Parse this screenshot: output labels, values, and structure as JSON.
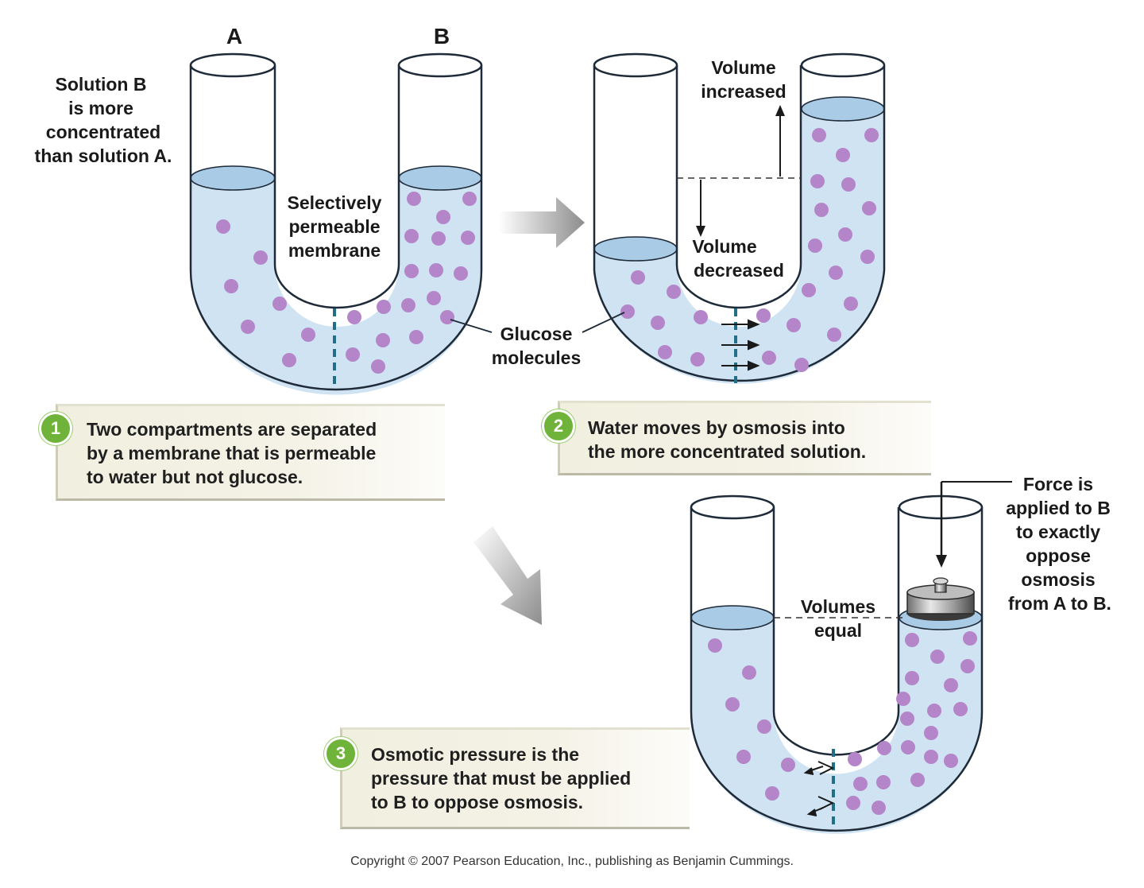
{
  "tube_labels": {
    "a": "A",
    "b": "B"
  },
  "panel1": {
    "note_lines": [
      "Solution B",
      "is more",
      "concentrated",
      "than solution A."
    ],
    "membrane_label_lines": [
      "Selectively",
      "permeable",
      "membrane"
    ],
    "glucose_label_lines": [
      "Glucose",
      "molecules"
    ]
  },
  "panel2": {
    "volume_increased_lines": [
      "Volume",
      "increased"
    ],
    "volume_decreased_lines": [
      "Volume",
      "decreased"
    ]
  },
  "panel3": {
    "volumes_equal_lines": [
      "Volumes",
      "equal"
    ],
    "force_lines": [
      "Force is",
      "applied to B",
      "to exactly",
      "oppose",
      "osmosis",
      "from A to B."
    ]
  },
  "steps": [
    {
      "number": "1",
      "lines": [
        "Two compartments are separated",
        "by a membrane that is permeable",
        "to water but not glucose."
      ]
    },
    {
      "number": "2",
      "lines": [
        "Water moves by osmosis into",
        "the more concentrated solution."
      ]
    },
    {
      "number": "3",
      "term": "Osmotic pressure",
      "first_line_rest": " is the",
      "lines": [
        "pressure that must be applied",
        "to B to oppose osmosis."
      ]
    }
  ],
  "copyright": "Copyright © 2007 Pearson Education, Inc., publishing as Benjamin Cummings.",
  "colors": {
    "solution": "#cfe3f2",
    "solution_surface": "#a9cbe6",
    "tube_outline": "#1e2a38",
    "glucose": "#b486c9",
    "membrane": "#1f6f86",
    "step_badge": "#6fb33a",
    "callout_bg": "#f1efdf",
    "arrow_gray": "#9a9a9a"
  }
}
